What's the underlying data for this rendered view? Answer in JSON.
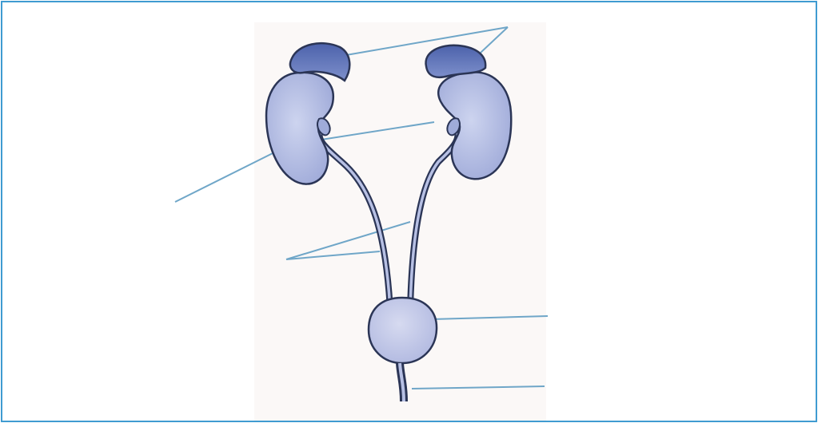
{
  "diagram": {
    "subject": "urinary-system",
    "labels": [],
    "colors": {
      "frame_border": "#3f9bd1",
      "leader_line": "#6fa6c8",
      "kidney_fill": "#b9c3e6",
      "kidney_shade": "#9fabd9",
      "adrenal_fill": "#5e73b8",
      "outline": "#2b3556",
      "bladder_fill": "#c5cbe7"
    },
    "parts": [
      {
        "name": "adrenal-gland-left"
      },
      {
        "name": "adrenal-gland-right"
      },
      {
        "name": "kidney-left"
      },
      {
        "name": "kidney-right"
      },
      {
        "name": "ureter-left"
      },
      {
        "name": "ureter-right"
      },
      {
        "name": "urinary-bladder"
      },
      {
        "name": "urethra"
      }
    ]
  }
}
